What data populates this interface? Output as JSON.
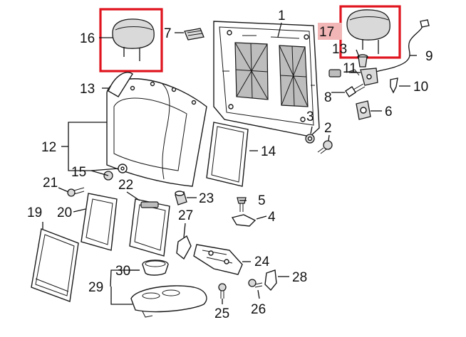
{
  "callouts": {
    "p1": "1",
    "p2": "2",
    "p3": "3",
    "p4": "4",
    "p5": "5",
    "p6": "6",
    "p7": "7",
    "p8": "8",
    "p9": "9",
    "p10": "10",
    "p11": "11",
    "p12": "12",
    "p13a": "13",
    "p13b": "13",
    "p14": "14",
    "p15": "15",
    "p16": "16",
    "p17": "17",
    "p19": "19",
    "p20": "20",
    "p21": "21",
    "p22": "22",
    "p23": "23",
    "p24": "24",
    "p25": "25",
    "p26": "26",
    "p27": "27",
    "p28": "28",
    "p29": "29",
    "p30": "30"
  },
  "highlight": {
    "color": "#e0141e",
    "boxes": [
      "16",
      "17"
    ]
  },
  "label17_background": "#f2b6b6"
}
